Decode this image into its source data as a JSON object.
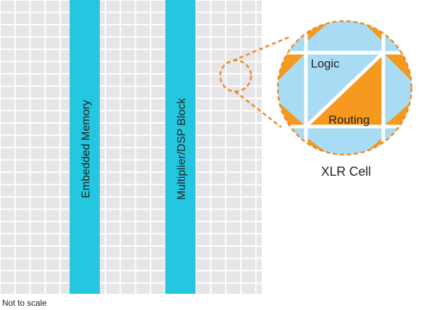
{
  "labels": {
    "embedded_memory": "Embedded Memory",
    "multiplier_dsp": "Multiplier/DSP Block",
    "logic": "Logic",
    "routing": "Routing",
    "xlr_cell": "XLR Cell",
    "not_to_scale": "Not to scale"
  },
  "colors": {
    "grid_cell": "#e6e6e8",
    "grid_line": "#ffffff",
    "column": "#24c6e0",
    "logic_fill": "#a8dcf5",
    "routing_fill": "#f59a1e",
    "callout_stroke": "#ee8a2a",
    "text": "#222222"
  }
}
